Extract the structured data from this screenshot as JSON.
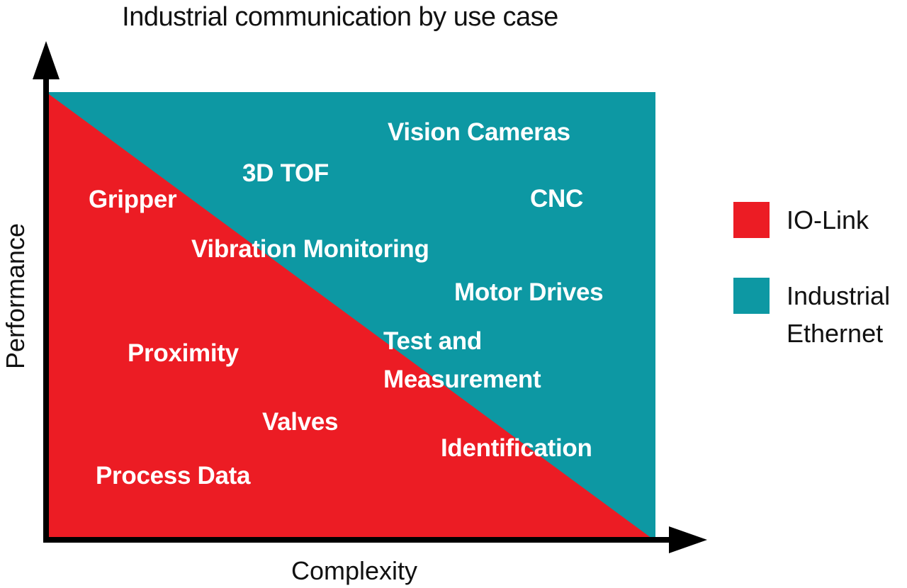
{
  "title": "Industrial communication by use case",
  "axes": {
    "x_label": "Complexity",
    "y_label": "Performance"
  },
  "colors": {
    "io_link": "#ec1c24",
    "industrial_ethernet": "#0d98a3",
    "axis": "#000000",
    "text_dark": "#111111",
    "text_light": "#ffffff"
  },
  "regions": {
    "io_link": {
      "name": "IO-Link",
      "items": [
        "Gripper",
        "Proximity",
        "Valves",
        "Process Data"
      ]
    },
    "industrial_ethernet": {
      "name": "Industrial Ethernet",
      "items": [
        "3D TOF",
        "Vision Cameras",
        "CNC",
        "Motor Drives"
      ]
    },
    "boundary": {
      "items": [
        "Vibration Monitoring",
        "Test and Measurement",
        "Identification"
      ]
    }
  },
  "labels": {
    "vision_cameras": "Vision Cameras",
    "tof_3d": "3D TOF",
    "gripper": "Gripper",
    "cnc": "CNC",
    "vibration_monitoring": "Vibration Monitoring",
    "motor_drives": "Motor Drives",
    "test_and_measurement_line1": "Test and",
    "test_and_measurement_line2": "Measurement",
    "proximity": "Proximity",
    "valves": "Valves",
    "identification": "Identification",
    "process_data": "Process Data"
  },
  "legend": {
    "io_link": "IO-Link",
    "industrial_ethernet_line1": "Industrial",
    "industrial_ethernet_line2": "Ethernet"
  }
}
